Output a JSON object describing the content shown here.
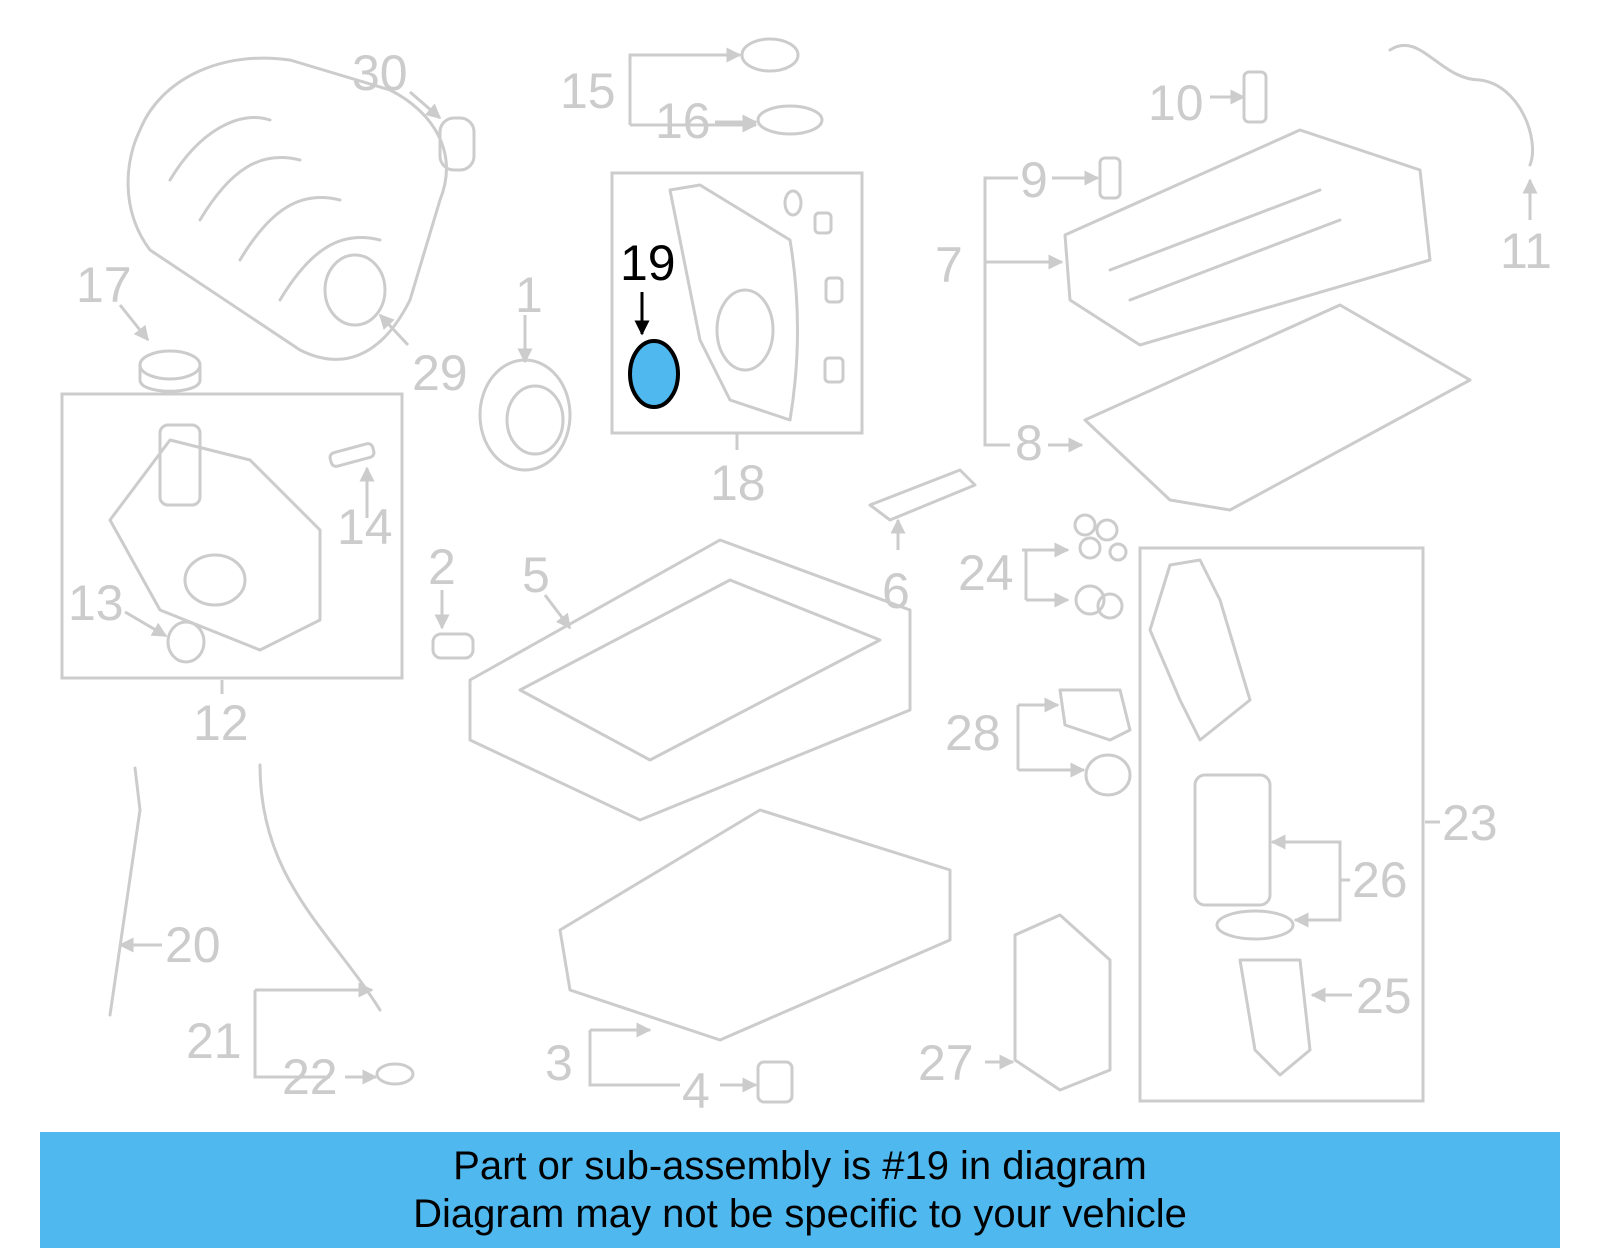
{
  "highlight": {
    "label": "19",
    "color": "#4fb9ef"
  },
  "callouts": [
    "1",
    "2",
    "3",
    "4",
    "5",
    "6",
    "7",
    "8",
    "9",
    "10",
    "11",
    "12",
    "13",
    "14",
    "15",
    "16",
    "17",
    "18",
    "20",
    "21",
    "22",
    "23",
    "24",
    "25",
    "26",
    "27",
    "28",
    "29",
    "30"
  ],
  "banner": {
    "line1": "Part or sub-assembly is #19 in diagram",
    "line2": "Diagram may not be specific to your vehicle",
    "color": "#4fb9ef"
  }
}
